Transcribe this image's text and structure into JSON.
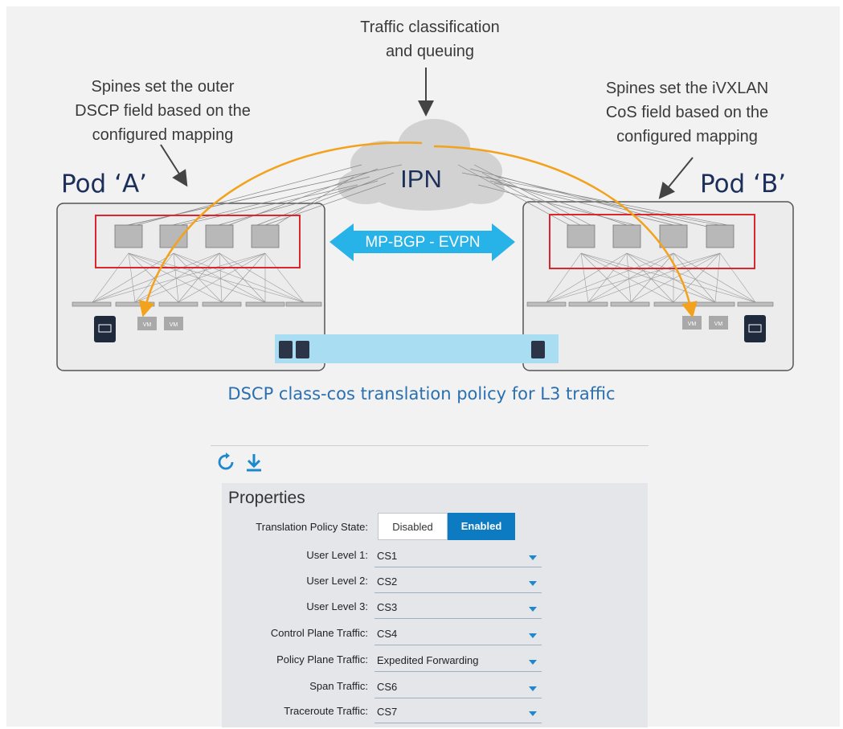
{
  "diagram": {
    "top_note": [
      "Traffic classification",
      "and queuing"
    ],
    "left_note": [
      "Spines set the outer",
      "DSCP field based on the",
      "configured mapping"
    ],
    "right_note": [
      "Spines set the iVXLAN",
      "CoS field based on the",
      "configured mapping"
    ],
    "pod_a": "Pod ‘A’",
    "pod_b": "Pod ‘B’",
    "cloud_label": "IPN",
    "bgp_label": "MP-BGP - EVPN",
    "vm_label": "VM",
    "caption": "DSCP class-cos translation policy for L3 traffic",
    "colors": {
      "arrow": "#f2a21d",
      "spine_box": "#d9272d",
      "bgp_arrow": "#27b2e8",
      "apic_bar": "#a9ddf2",
      "pod_title": "#1c2f5a",
      "caption": "#2a6fb0"
    }
  },
  "toolbar": {
    "refresh_icon": "refresh-icon",
    "download_icon": "download-icon"
  },
  "properties": {
    "title": "Properties",
    "translation_state": {
      "label": "Translation Policy State:",
      "options": [
        "Disabled",
        "Enabled"
      ],
      "selected": "Enabled"
    },
    "fields": [
      {
        "label": "User Level 1:",
        "value": "CS1"
      },
      {
        "label": "User Level 2:",
        "value": "CS2"
      },
      {
        "label": "User Level 3:",
        "value": "CS3"
      },
      {
        "label": "Control Plane Traffic:",
        "value": "CS4"
      },
      {
        "label": "Policy Plane Traffic:",
        "value": "Expedited Forwarding"
      },
      {
        "label": "Span Traffic:",
        "value": "CS6"
      },
      {
        "label": "Traceroute Traffic:",
        "value": "CS7"
      }
    ]
  }
}
